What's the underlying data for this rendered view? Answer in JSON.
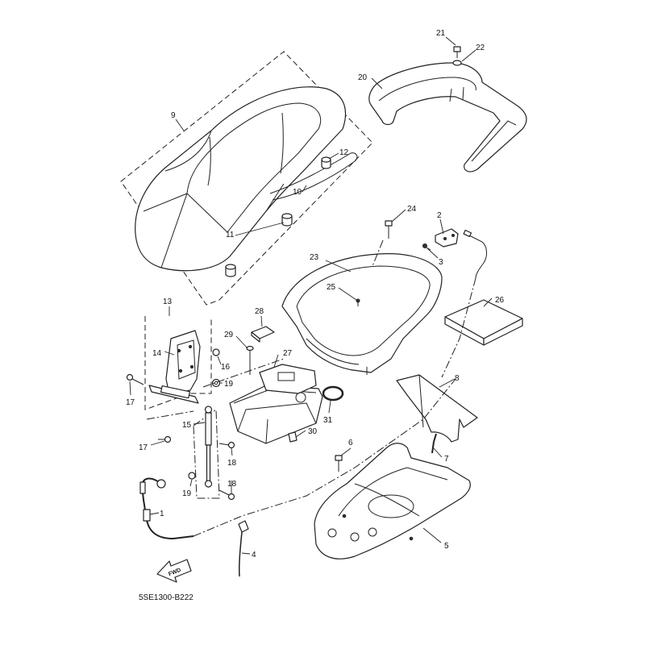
{
  "diagram": {
    "code": "5SE1300-B222",
    "fwd_label": "FWD",
    "callouts": [
      "1",
      "2",
      "3",
      "4",
      "5",
      "6",
      "7",
      "8",
      "9",
      "10",
      "11",
      "12",
      "13",
      "14",
      "15",
      "16",
      "17",
      "17",
      "18",
      "18",
      "19",
      "19",
      "20",
      "21",
      "22",
      "23",
      "24",
      "25",
      "26",
      "27",
      "28",
      "29",
      "30",
      "31"
    ]
  }
}
